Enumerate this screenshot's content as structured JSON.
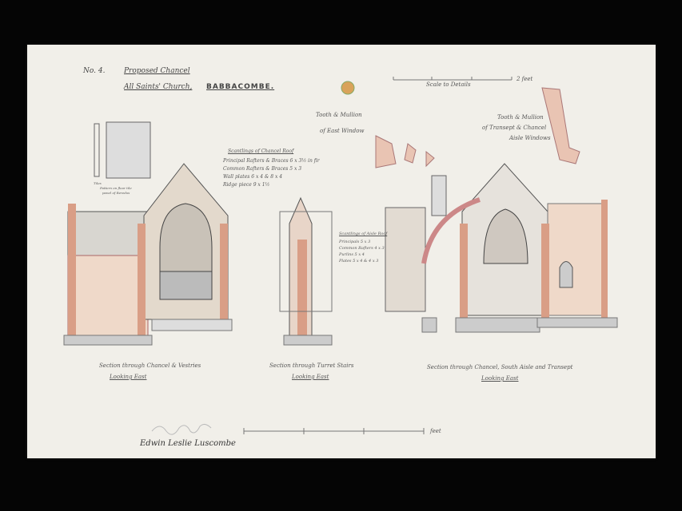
{
  "title": {
    "number": "No. 4.",
    "line1": "Proposed Chancel",
    "line2": "All Saints' Church,",
    "place": "BABBACOMBE."
  },
  "scale_top": {
    "label": "Scale to Details",
    "unit": "2 feet"
  },
  "details": {
    "east_window": [
      "Tooth & Mullion",
      "of East Window"
    ],
    "transept": [
      "Tooth & Mullion",
      "of Transept & Chancel",
      "Aisle Windows"
    ],
    "tile": [
      "Tiles",
      "Pattern on floor tile",
      "panel of Reredos"
    ]
  },
  "chancel_roof": {
    "title": "Scantlings of Chancel Roof",
    "rows": [
      "Principal Rafters & Braces 6 x 3½ in fir",
      "Common Rafters & Braces 5 x 3",
      "Wall plates 6 x 4 & 8 x 4",
      "Ridge piece 9 x 1½"
    ]
  },
  "aisle_roof": {
    "title": "Scantlings of Aisle Roof",
    "rows": [
      "Principals 5 x 3",
      "Common Rafters 4 x 3",
      "Purlins 5 x 4",
      "Plates 5 x 4 & 4 x 3"
    ]
  },
  "sections": [
    {
      "title": "Section through Chancel & Vestries",
      "sub": "Looking East"
    },
    {
      "title": "Section through Turret Stairs",
      "sub": "Looking East"
    },
    {
      "title": "Section through Chancel, South Aisle and Transept",
      "sub": "Looking East"
    }
  ],
  "scale_bottom": {
    "unit": "feet"
  },
  "signature": "Edwin Leslie Luscombe"
}
